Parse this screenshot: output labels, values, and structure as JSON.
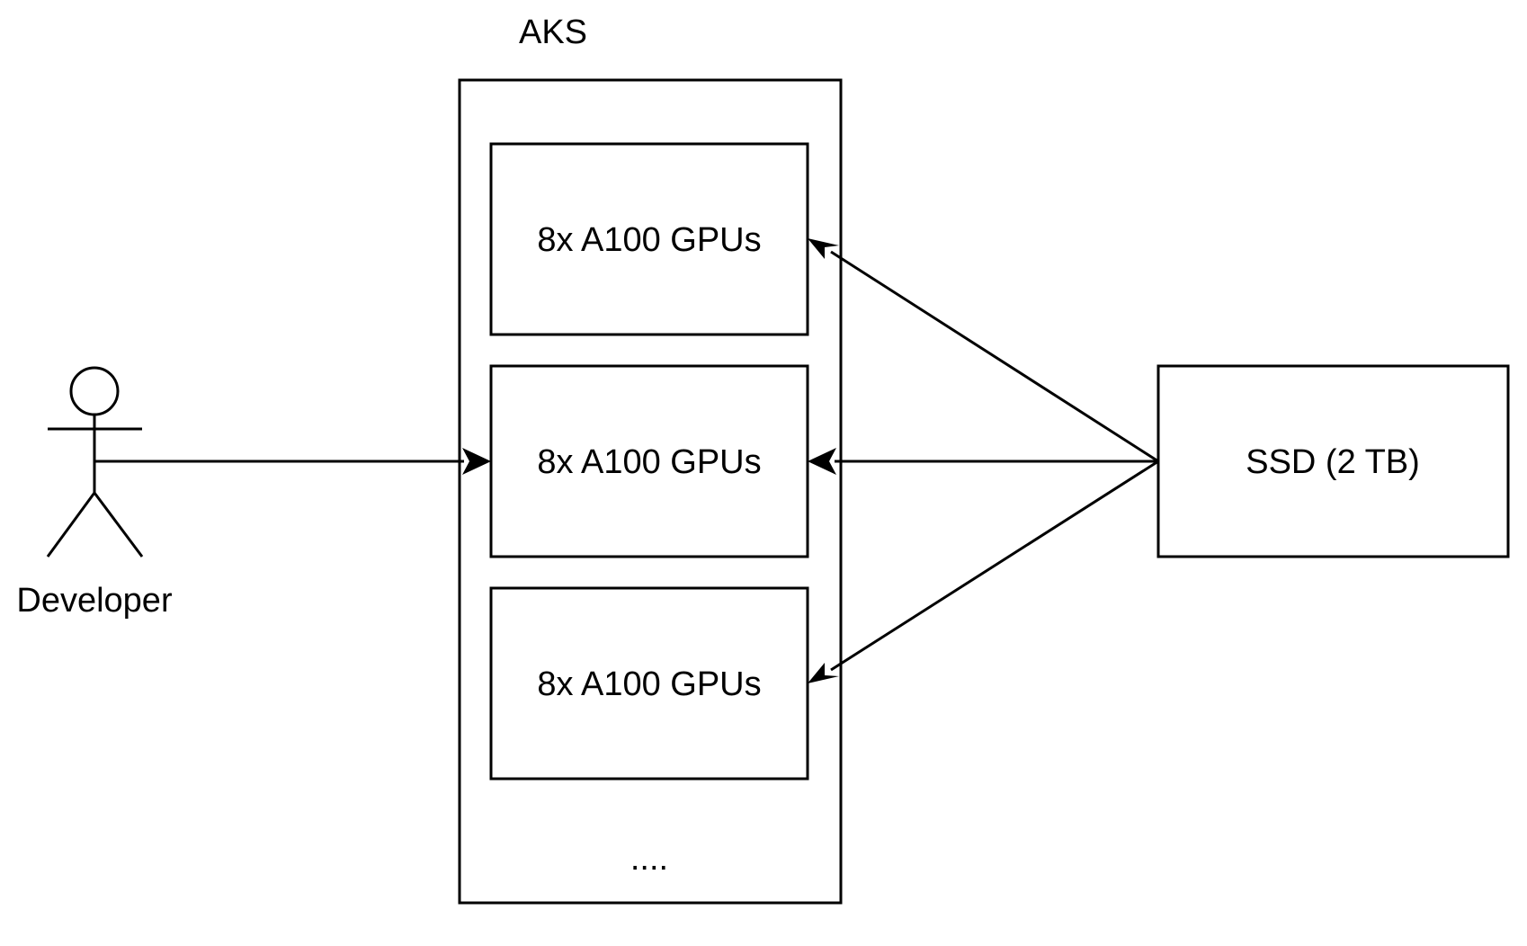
{
  "diagram": {
    "cluster_label": "AKS",
    "nodes": [
      {
        "label": "8x A100 GPUs"
      },
      {
        "label": "8x A100 GPUs"
      },
      {
        "label": "8x A100 GPUs"
      }
    ],
    "more_indicator": "....",
    "actor_label": "Developer",
    "storage_label": "SSD (2 TB)",
    "colors": {
      "stroke": "#000000",
      "fill": "#ffffff",
      "background": "#ffffff"
    }
  }
}
